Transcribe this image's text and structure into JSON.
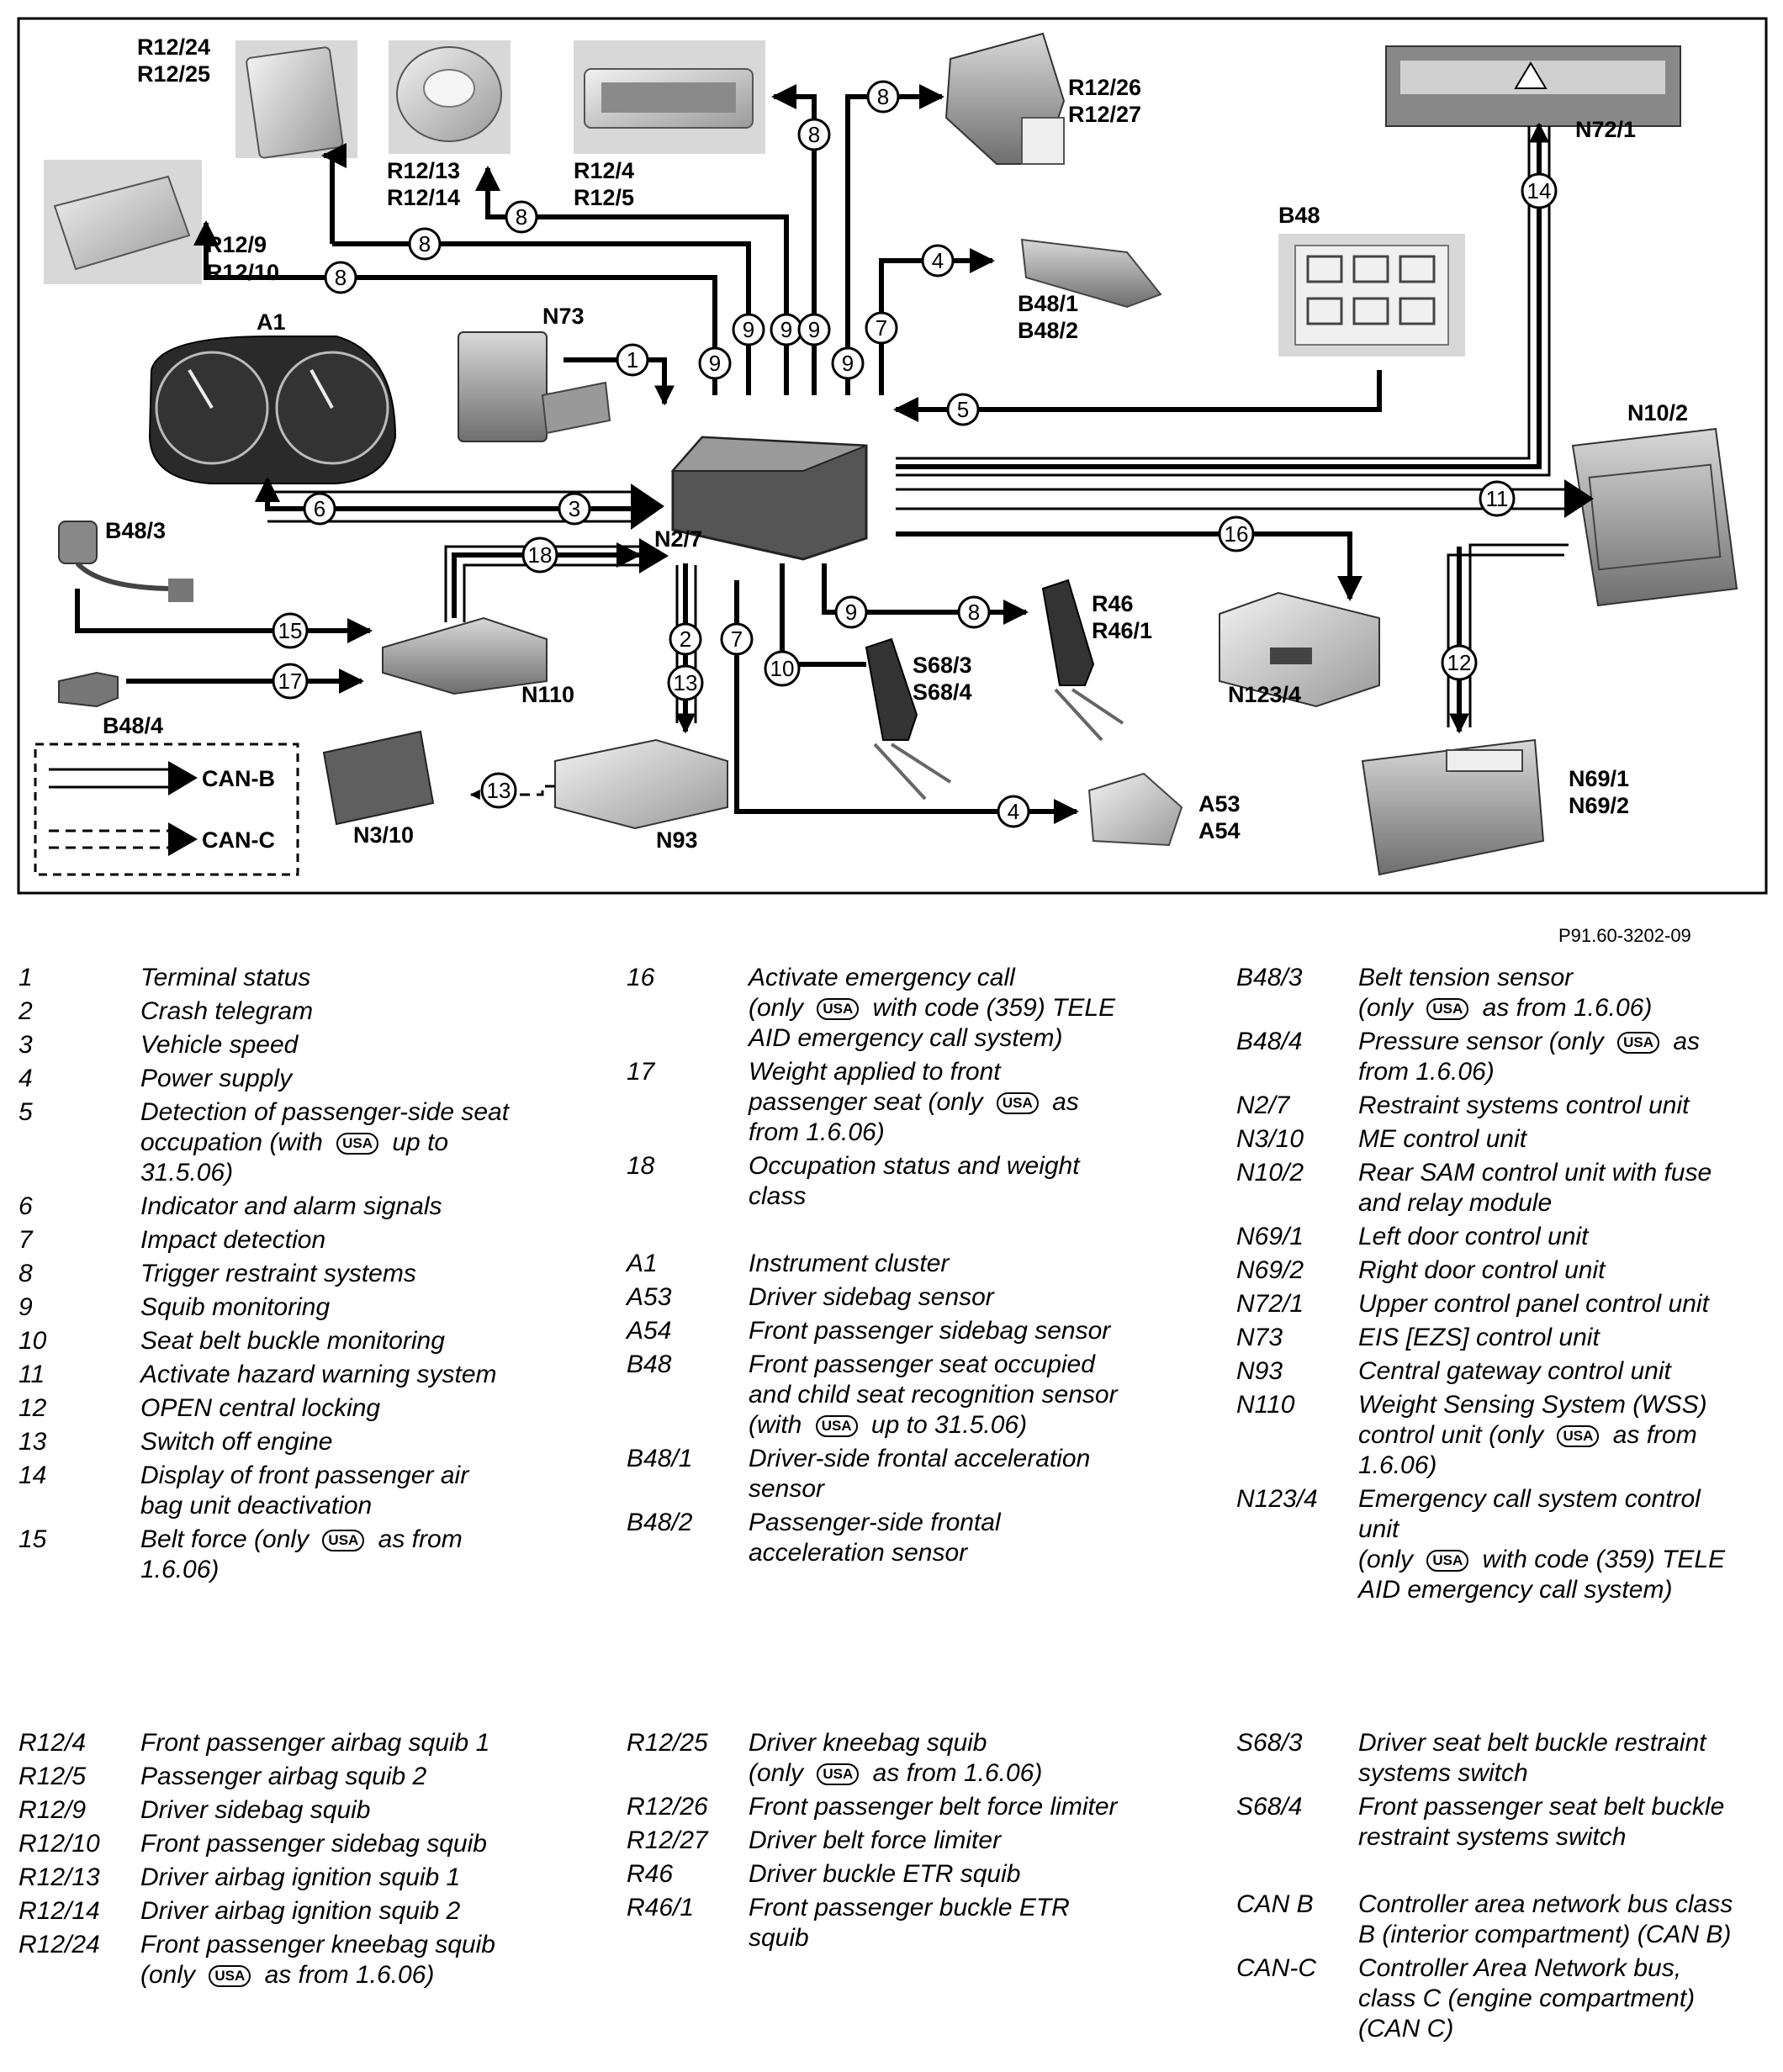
{
  "diagram": {
    "components": {
      "r12_24_25": [
        "R12/24",
        "R12/25"
      ],
      "r12_13_14": [
        "R12/13",
        "R12/14"
      ],
      "r12_4_5": [
        "R12/4",
        "R12/5"
      ],
      "r12_26_27": [
        "R12/26",
        "R12/27"
      ],
      "n72_1": "N72/1",
      "r12_9_10": [
        "R12/9",
        "R12/10"
      ],
      "b48": "B48",
      "a1": "A1",
      "n73": "N73",
      "b48_1_2": [
        "B48/1",
        "B48/2"
      ],
      "n10_2": "N10/2",
      "n2_7": "N2/7",
      "b48_3": "B48/3",
      "r46": [
        "R46",
        "R46/1"
      ],
      "s68": [
        "S68/3",
        "S68/4"
      ],
      "n110": "N110",
      "n123_4": "N123/4",
      "b48_4": "B48/4",
      "n69": [
        "N69/1",
        "N69/2"
      ],
      "n3_10": "N3/10",
      "n93": "N93",
      "a53_54": [
        "A53",
        "A54"
      ]
    },
    "bus_legend": {
      "can_b": "CAN-B",
      "can_c": "CAN-C"
    },
    "reference": "P91.60-3202-09"
  },
  "legend": {
    "col1": [
      {
        "code": "1",
        "desc": [
          "Terminal status"
        ]
      },
      {
        "code": "2",
        "desc": [
          "Crash telegram"
        ]
      },
      {
        "code": "3",
        "desc": [
          "Vehicle speed"
        ]
      },
      {
        "code": "4",
        "desc": [
          "Power supply"
        ]
      },
      {
        "code": "5",
        "desc": [
          "Detection of passenger-side seat",
          "occupation (with {USA} up to",
          "31.5.06)"
        ]
      },
      {
        "code": "6",
        "desc": [
          "Indicator and alarm signals"
        ]
      },
      {
        "code": "7",
        "desc": [
          "Impact detection"
        ]
      },
      {
        "code": "8",
        "desc": [
          "Trigger restraint systems"
        ]
      },
      {
        "code": "9",
        "desc": [
          "Squib monitoring"
        ]
      },
      {
        "code": "10",
        "desc": [
          "Seat belt buckle monitoring"
        ]
      },
      {
        "code": "11",
        "desc": [
          "Activate hazard warning system"
        ]
      },
      {
        "code": "12",
        "desc": [
          "OPEN central locking"
        ]
      },
      {
        "code": "13",
        "desc": [
          "Switch off engine"
        ]
      },
      {
        "code": "14",
        "desc": [
          "Display of front passenger air",
          "bag unit deactivation"
        ]
      },
      {
        "code": "15",
        "desc": [
          "Belt force (only {USA} as from",
          "1.6.06)"
        ]
      }
    ],
    "col2": [
      {
        "code": "16",
        "desc": [
          "Activate emergency call",
          "(only {USA} with code (359) TELE",
          "AID emergency call system)"
        ]
      },
      {
        "code": "17",
        "desc": [
          "Weight applied to front",
          "passenger seat (only {USA} as",
          "from 1.6.06)"
        ]
      },
      {
        "code": "18",
        "desc": [
          "Occupation status and weight",
          "class"
        ]
      },
      {
        "code": "",
        "desc": [
          ""
        ]
      },
      {
        "code": "A1",
        "desc": [
          "Instrument cluster"
        ]
      },
      {
        "code": "A53",
        "desc": [
          "Driver sidebag sensor"
        ]
      },
      {
        "code": "A54",
        "desc": [
          "Front passenger sidebag sensor"
        ]
      },
      {
        "code": "B48",
        "desc": [
          "Front passenger seat occupied",
          "and child seat recognition sensor",
          "(with {USA} up to 31.5.06)"
        ]
      },
      {
        "code": "B48/1",
        "desc": [
          "Driver-side frontal acceleration",
          "sensor"
        ]
      },
      {
        "code": "B48/2",
        "desc": [
          "Passenger-side frontal",
          "acceleration sensor"
        ]
      }
    ],
    "col3": [
      {
        "code": "B48/3",
        "desc": [
          "Belt tension sensor",
          "(only {USA} as from 1.6.06)"
        ]
      },
      {
        "code": "B48/4",
        "desc": [
          "Pressure sensor (only {USA} as",
          "from 1.6.06)"
        ]
      },
      {
        "code": "N2/7",
        "desc": [
          "Restraint systems control unit"
        ]
      },
      {
        "code": "N3/10",
        "desc": [
          "ME control unit"
        ]
      },
      {
        "code": "N10/2",
        "desc": [
          "Rear SAM control unit with fuse",
          "and relay module"
        ]
      },
      {
        "code": "N69/1",
        "desc": [
          "Left door control unit"
        ]
      },
      {
        "code": "N69/2",
        "desc": [
          "Right door control unit"
        ]
      },
      {
        "code": "N72/1",
        "desc": [
          "Upper control panel control unit"
        ]
      },
      {
        "code": "N73",
        "desc": [
          "EIS [EZS] control unit"
        ]
      },
      {
        "code": "N93",
        "desc": [
          "Central gateway control unit"
        ]
      },
      {
        "code": "N110",
        "desc": [
          "Weight Sensing System (WSS)",
          "control unit (only {USA} as from",
          "1.6.06)"
        ]
      },
      {
        "code": "N123/4",
        "desc": [
          "Emergency call system control",
          "unit",
          "(only {USA} with code (359) TELE",
          "AID emergency call system)"
        ]
      }
    ],
    "col4": [
      {
        "code": "R12/4",
        "desc": [
          "Front passenger airbag squib 1"
        ]
      },
      {
        "code": "R12/5",
        "desc": [
          "Passenger airbag squib 2"
        ]
      },
      {
        "code": "R12/9",
        "desc": [
          "Driver sidebag squib"
        ]
      },
      {
        "code": "R12/10",
        "desc": [
          "Front passenger sidebag squib"
        ]
      },
      {
        "code": "R12/13",
        "desc": [
          "Driver airbag ignition squib 1"
        ]
      },
      {
        "code": "R12/14",
        "desc": [
          "Driver airbag ignition squib 2"
        ]
      },
      {
        "code": "R12/24",
        "desc": [
          "Front passenger kneebag squib",
          "(only {USA} as from 1.6.06)"
        ]
      }
    ],
    "col5": [
      {
        "code": "R12/25",
        "desc": [
          "Driver kneebag squib",
          "(only {USA} as from 1.6.06)"
        ]
      },
      {
        "code": "R12/26",
        "desc": [
          "Front passenger belt force limiter"
        ]
      },
      {
        "code": "R12/27",
        "desc": [
          "Driver belt force limiter"
        ]
      },
      {
        "code": "R46",
        "desc": [
          "Driver buckle ETR squib"
        ]
      },
      {
        "code": "R46/1",
        "desc": [
          "Front passenger buckle ETR",
          "squib"
        ]
      }
    ],
    "col6": [
      {
        "code": "S68/3",
        "desc": [
          "Driver seat belt buckle restraint",
          "systems switch"
        ]
      },
      {
        "code": "S68/4",
        "desc": [
          "Front passenger seat belt buckle",
          "restraint systems switch"
        ]
      },
      {
        "code": "",
        "desc": [
          ""
        ]
      },
      {
        "code": "CAN B",
        "desc": [
          "Controller area network bus class",
          "B (interior compartment) (CAN B)"
        ]
      },
      {
        "code": "CAN-C",
        "desc": [
          "Controller Area Network bus,",
          "class C (engine compartment)",
          "(CAN C)"
        ]
      }
    ]
  }
}
